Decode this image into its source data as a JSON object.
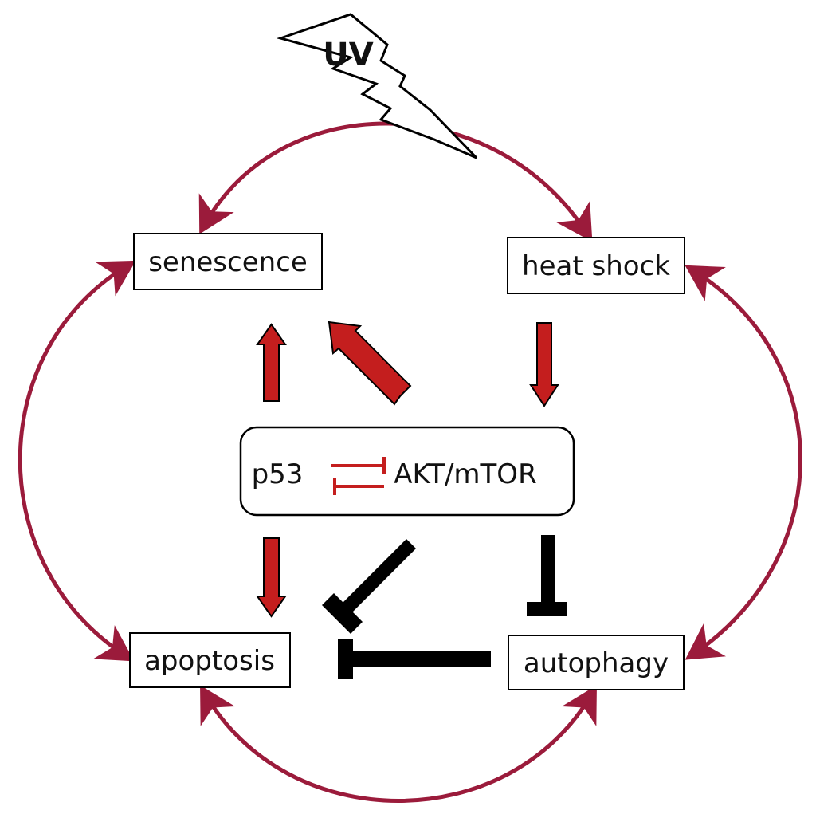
{
  "stimulus": {
    "label": "UV"
  },
  "nodes": {
    "senescence": "senescence",
    "heat_shock": "heat shock",
    "apoptosis": "apoptosis",
    "autophagy": "autophagy"
  },
  "center": {
    "left": "p53",
    "right": "AKT/mTOR"
  },
  "colors": {
    "cycle": "#9b1b3b",
    "activation": "#c41e1e",
    "inhibition": "#000000",
    "box_border": "#000000"
  }
}
